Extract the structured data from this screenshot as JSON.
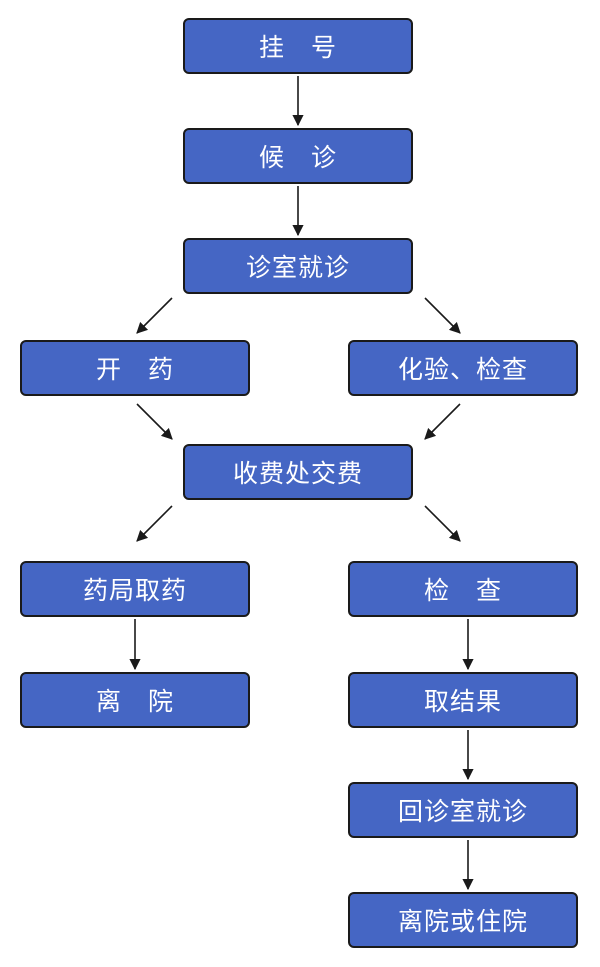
{
  "nodes": {
    "registration": "挂　号",
    "waiting": "候　诊",
    "consultation": "诊室就诊",
    "prescription": "开　药",
    "lab_tests": "化验、检查",
    "payment": "收费处交费",
    "pharmacy": "药局取药",
    "discharge_left": "离　院",
    "examination": "检　查",
    "get_results": "取结果",
    "return_consultation": "回诊室就诊",
    "discharge_or_admit": "离院或住院"
  }
}
